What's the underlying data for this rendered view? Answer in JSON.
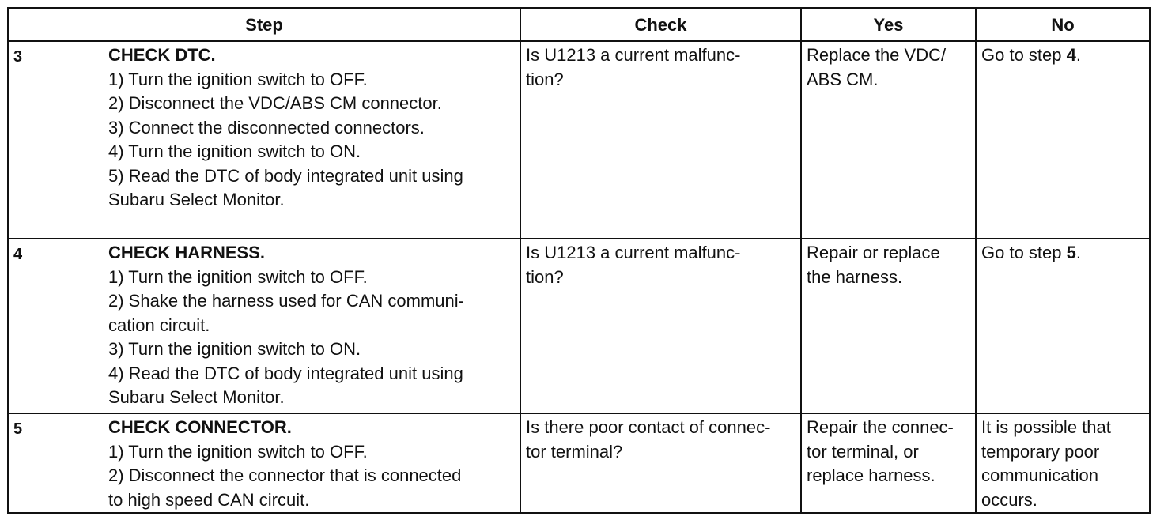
{
  "headers": {
    "step": "Step",
    "check": "Check",
    "yes": "Yes",
    "no": "No"
  },
  "rows": [
    {
      "number": "3",
      "title": "CHECK DTC.",
      "lines": [
        "1)  Turn the ignition switch to OFF.",
        "2)  Disconnect the VDC/ABS CM connector.",
        "3)  Connect the disconnected connectors.",
        "4)  Turn the ignition switch to ON.",
        "5)  Read the DTC of body integrated unit using",
        "Subaru Select Monitor."
      ],
      "check": [
        "Is U1213 a current malfunc-",
        "tion?"
      ],
      "yes": [
        "Replace the VDC/",
        "ABS CM."
      ],
      "no_prefix": "Go to step ",
      "no_step": "4",
      "no_suffix": "."
    },
    {
      "number": "4",
      "title": "CHECK HARNESS.",
      "lines": [
        "1)  Turn the ignition switch to OFF.",
        "2)  Shake the harness used for CAN communi-",
        "cation circuit.",
        "3)  Turn the ignition switch to ON.",
        "4)  Read the DTC of body integrated unit using",
        "Subaru Select Monitor."
      ],
      "check": [
        "Is U1213 a current malfunc-",
        "tion?"
      ],
      "yes": [
        "Repair or replace",
        "the harness."
      ],
      "no_prefix": "Go to step ",
      "no_step": "5",
      "no_suffix": "."
    },
    {
      "number": "5",
      "title": "CHECK CONNECTOR.",
      "lines": [
        "1)  Turn the ignition switch to OFF.",
        "2)  Disconnect the connector that is connected",
        "to high speed CAN circuit."
      ],
      "check": [
        "Is there poor contact of connec-",
        "tor terminal?"
      ],
      "yes": [
        "Repair the connec-",
        "tor terminal, or",
        "replace harness."
      ],
      "no_lines": [
        "It is possible that",
        "temporary poor",
        "communication",
        "occurs."
      ]
    }
  ]
}
